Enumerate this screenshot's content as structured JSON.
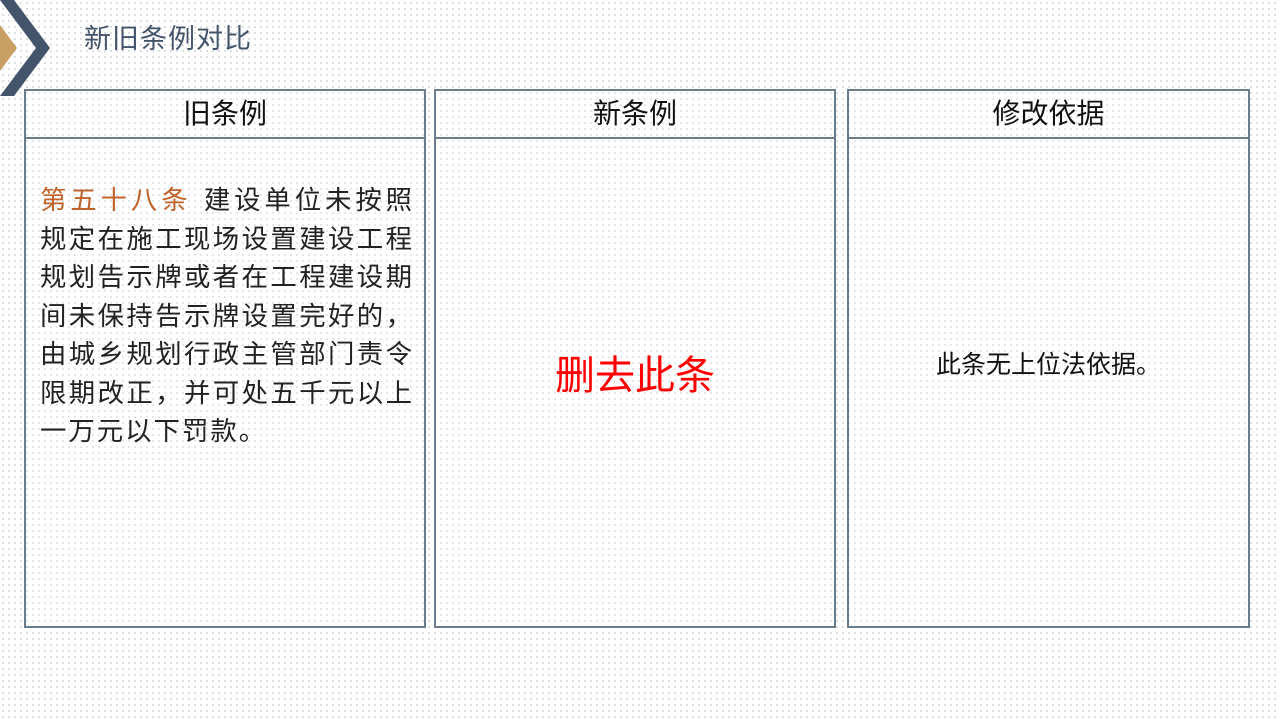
{
  "page": {
    "title": "新旧条例对比"
  },
  "colors": {
    "accent_dark": "#44546a",
    "accent_gold": "#c9a064",
    "border": "#6b7c8c",
    "article_highlight": "#c0632a",
    "delete_red": "#ff0000"
  },
  "columns": {
    "old": {
      "header": "旧条例",
      "article_number": "第五十八条",
      "article_text": "建设单位未按照规定在施工现场设置建设工程规划告示牌或者在工程建设期间未保持告示牌设置完好的，由城乡规划行政主管部门责令限期改正，并可处五千元以上一万元以下罚款。"
    },
    "new": {
      "header": "新条例",
      "content": "删去此条"
    },
    "basis": {
      "header": "修改依据",
      "content": "此条无上位法依据。"
    }
  },
  "icons": {
    "logo": "double-chevron-right-icon"
  }
}
